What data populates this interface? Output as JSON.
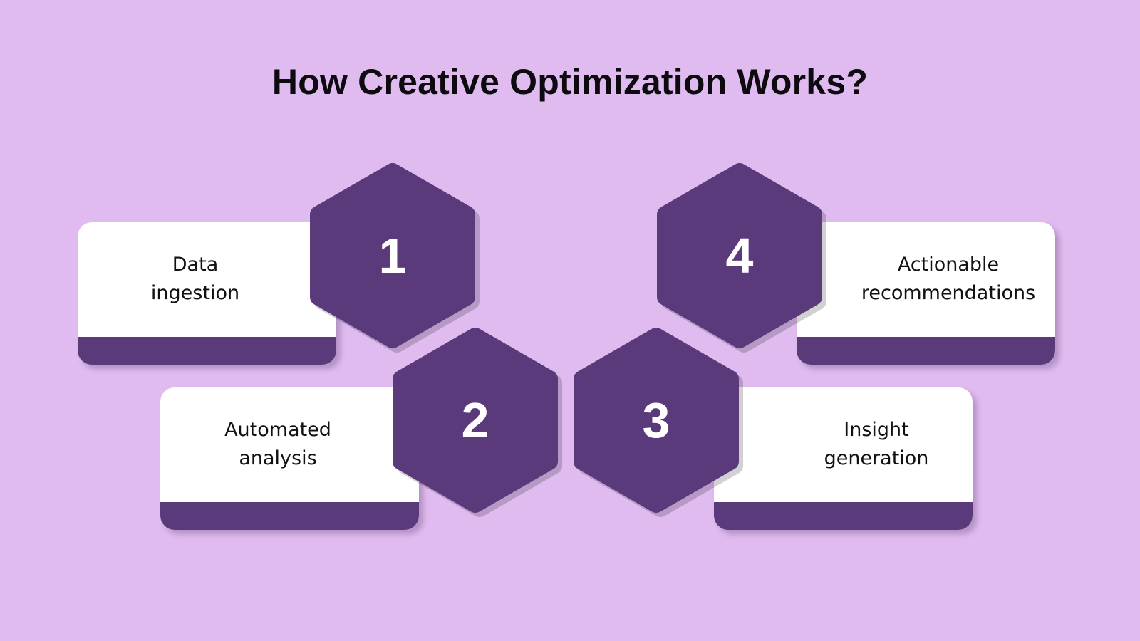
{
  "title": "How Creative Optimization Works?",
  "colors": {
    "background": "#dfbbef",
    "accent": "#5b3a7b",
    "card": "#ffffff",
    "text": "#111111"
  },
  "steps": [
    {
      "number": "1",
      "line1": "Data",
      "line2": "ingestion"
    },
    {
      "number": "2",
      "line1": "Automated",
      "line2": "analysis"
    },
    {
      "number": "3",
      "line1": "Insight",
      "line2": "generation"
    },
    {
      "number": "4",
      "line1": "Actionable",
      "line2": "recommendations"
    }
  ]
}
